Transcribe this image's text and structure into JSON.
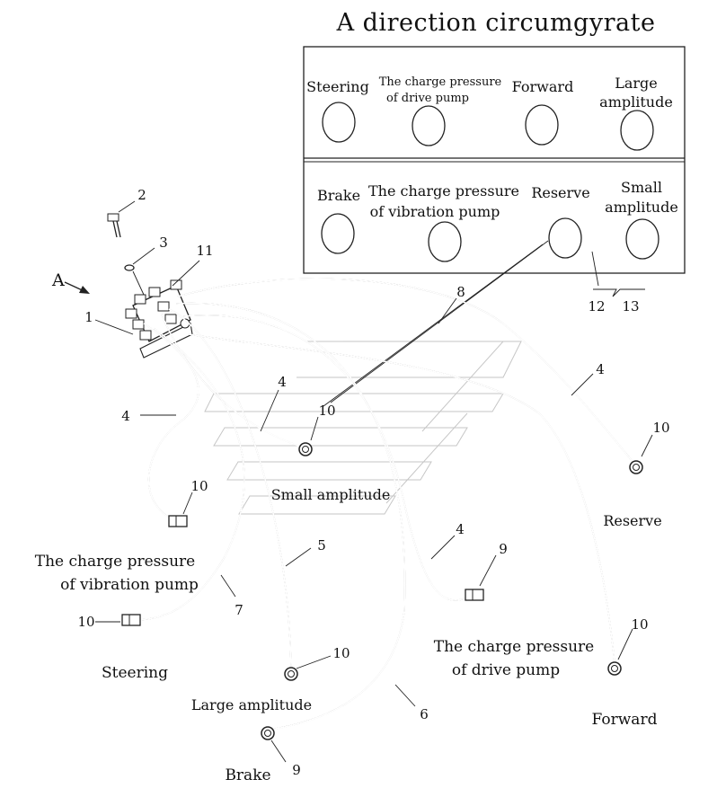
{
  "title": "A direction circumgyrate",
  "view_marker": "A",
  "panel": {
    "top_row": [
      {
        "id": "steering",
        "label": "Steering"
      },
      {
        "id": "charge-drive",
        "label_lines": [
          "The charge pressure",
          "of drive pump"
        ]
      },
      {
        "id": "forward",
        "label": "Forward"
      },
      {
        "id": "large-amplitude",
        "label_lines": [
          "Large",
          "amplitude"
        ]
      }
    ],
    "bottom_row": [
      {
        "id": "brake",
        "label": "Brake"
      },
      {
        "id": "charge-vibration",
        "label_lines": [
          "The charge pressure",
          "of vibration pump"
        ]
      },
      {
        "id": "reserve",
        "label": "Reserve"
      },
      {
        "id": "small-amplitude",
        "label_lines": [
          "Small",
          "amplitude"
        ]
      }
    ],
    "callouts": [
      "12",
      "13"
    ]
  },
  "part_numbers": {
    "p1": "1",
    "p2": "2",
    "p3": "3",
    "p11": "11",
    "p8": "8",
    "p4a": "4",
    "p4b": "4",
    "p4c": "4",
    "p4d": "4",
    "p10a": "10",
    "p10b": "10",
    "p10c": "10",
    "p10d": "10",
    "p10e": "10",
    "p10f": "10",
    "p9a": "9",
    "p9b": "9",
    "p5": "5",
    "p6": "6",
    "p7": "7"
  },
  "hose_labels": {
    "small_amplitude": "Small amplitude",
    "reserve": "Reserve",
    "charge_vibration": [
      "The charge pressure",
      "of vibration pump"
    ],
    "charge_drive": [
      "The charge pressure",
      "of drive pump"
    ],
    "steering": "Steering",
    "large_amplitude": "Large amplitude",
    "forward": "Forward",
    "brake": "Brake"
  }
}
